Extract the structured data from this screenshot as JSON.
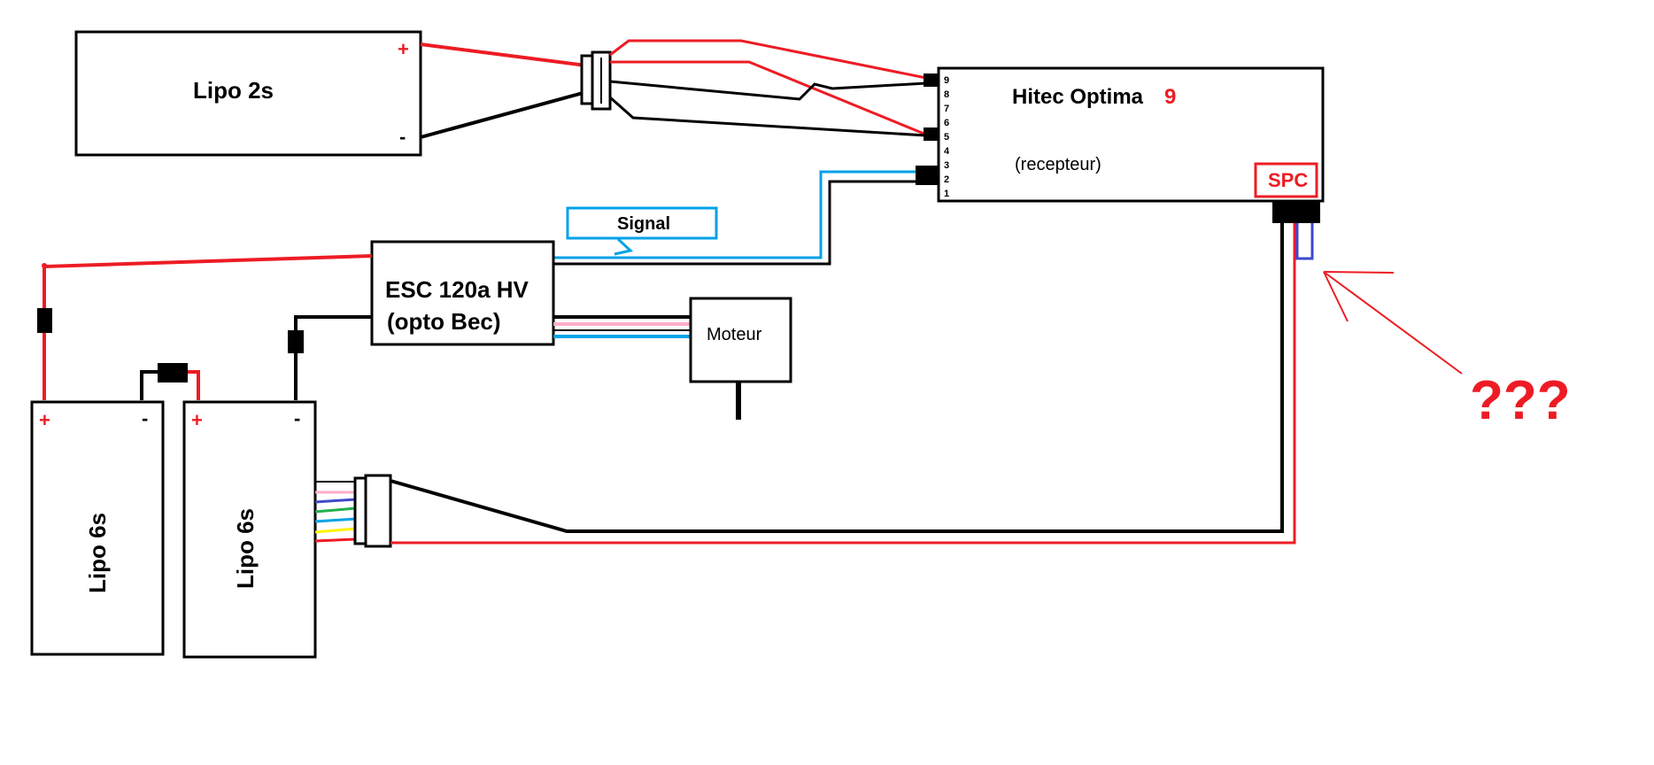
{
  "lipo2s": {
    "label": "Lipo 2s",
    "plus": "+",
    "minus": "-"
  },
  "receiver": {
    "name": "Hitec Optima",
    "number": "9",
    "subtitle": "(recepteur)",
    "spc": "SPC",
    "pins": [
      "9",
      "8",
      "7",
      "6",
      "5",
      "4",
      "3",
      "2",
      "1"
    ]
  },
  "signal_label": "Signal",
  "esc": {
    "line1": "ESC 120a HV",
    "line2": "(opto Bec)"
  },
  "motor_label": "Moteur",
  "lipo6s_a": {
    "label": "Lipo 6s",
    "plus": "+",
    "minus": "-"
  },
  "lipo6s_b": {
    "label": "Lipo 6s",
    "plus": "+",
    "minus": "-"
  },
  "question": "???",
  "colors": {
    "red": "#ed1c24",
    "black": "#000000",
    "blue": "#00a2e8",
    "dark_blue": "#3f48cc",
    "pink": "#ffaec9",
    "green": "#22b14c",
    "yellow": "#fff200"
  }
}
